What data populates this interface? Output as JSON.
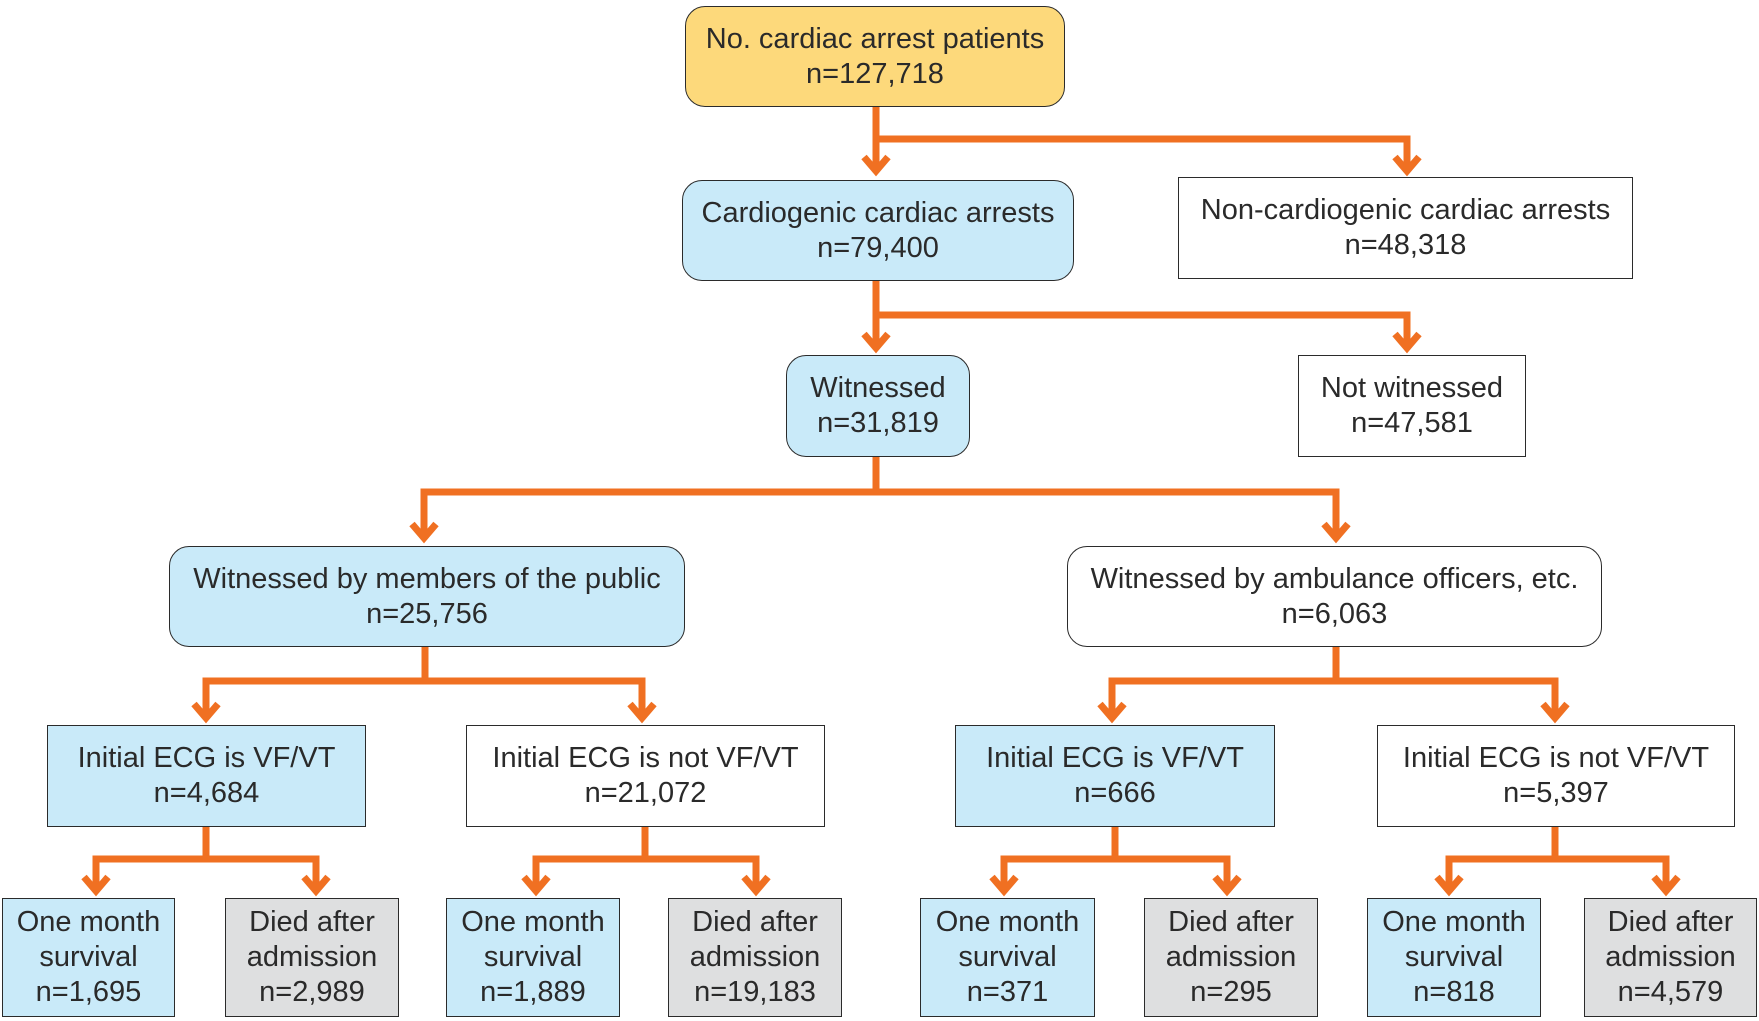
{
  "nodes": {
    "root": {
      "label": "No. cardiac arrest patients",
      "n": "n=127,718"
    },
    "cardiogenic": {
      "label": "Cardiogenic cardiac arrests",
      "n": "n=79,400"
    },
    "noncardiogenic": {
      "label": "Non-cardiogenic cardiac arrests",
      "n": "n=48,318"
    },
    "witnessed": {
      "label": "Witnessed",
      "n": "n=31,819"
    },
    "notwitnessed": {
      "label": "Not witnessed",
      "n": "n=47,581"
    },
    "public": {
      "label": "Witnessed by members of the public",
      "n": "n=25,756"
    },
    "ambulance": {
      "label": "Witnessed by ambulance officers, etc.",
      "n": "n=6,063"
    },
    "pub_vf": {
      "label": "Initial ECG is VF/VT",
      "n": "n=4,684"
    },
    "pub_notvf": {
      "label": "Initial ECG is not VF/VT",
      "n": "n=21,072"
    },
    "amb_vf": {
      "label": "Initial ECG is VF/VT",
      "n": "n=666"
    },
    "amb_notvf": {
      "label": "Initial ECG is not VF/VT",
      "n": "n=5,397"
    },
    "l1": {
      "line1": "One month",
      "line2": "survival",
      "n": "n=1,695"
    },
    "l2": {
      "line1": "Died after",
      "line2": "admission",
      "n": "n=2,989"
    },
    "l3": {
      "line1": "One month",
      "line2": "survival",
      "n": "n=1,889"
    },
    "l4": {
      "line1": "Died after",
      "line2": "admission",
      "n": "n=19,183"
    },
    "l5": {
      "line1": "One month",
      "line2": "survival",
      "n": "n=371"
    },
    "l6": {
      "line1": "Died after",
      "line2": "admission",
      "n": "n=295"
    },
    "l7": {
      "line1": "One month",
      "line2": "survival",
      "n": "n=818"
    },
    "l8": {
      "line1": "Died after",
      "line2": "admission",
      "n": "n=4,579"
    }
  },
  "colors": {
    "connector": "#f07022",
    "root_fill": "#fdd97b",
    "included_fill": "#c9eaf9",
    "died_fill": "#dedfe0",
    "excluded_fill": "#ffffff"
  }
}
